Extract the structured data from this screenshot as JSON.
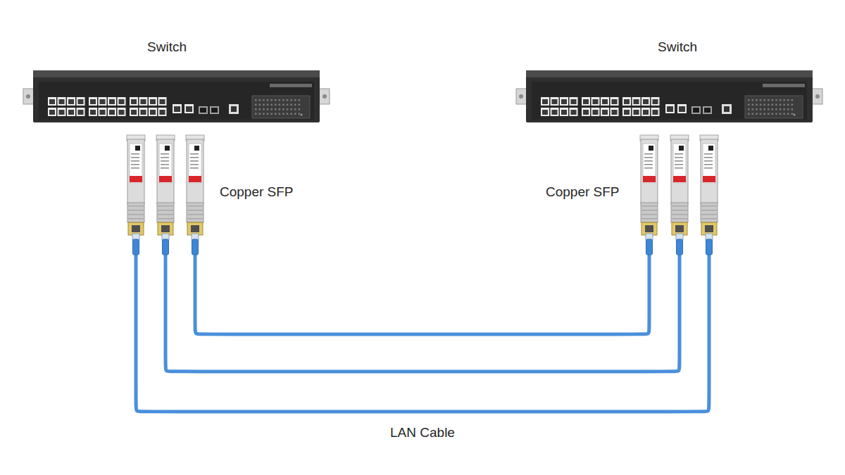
{
  "diagram": {
    "nodes": [
      {
        "text": [
          "Switch"
        ]
      },
      {
        "text": [
          "Switch"
        ]
      },
      {
        "text": [
          "Copper SFP"
        ]
      },
      {
        "text": [
          "Copper SFP"
        ]
      }
    ],
    "edges": [
      {
        "from": 2,
        "to": 3,
        "arrow": "none"
      },
      {
        "from": 2,
        "to": 3,
        "arrow": "none"
      },
      {
        "from": 2,
        "to": 3,
        "arrow": "none"
      }
    ],
    "labels": [
      "LAN Cable"
    ]
  }
}
